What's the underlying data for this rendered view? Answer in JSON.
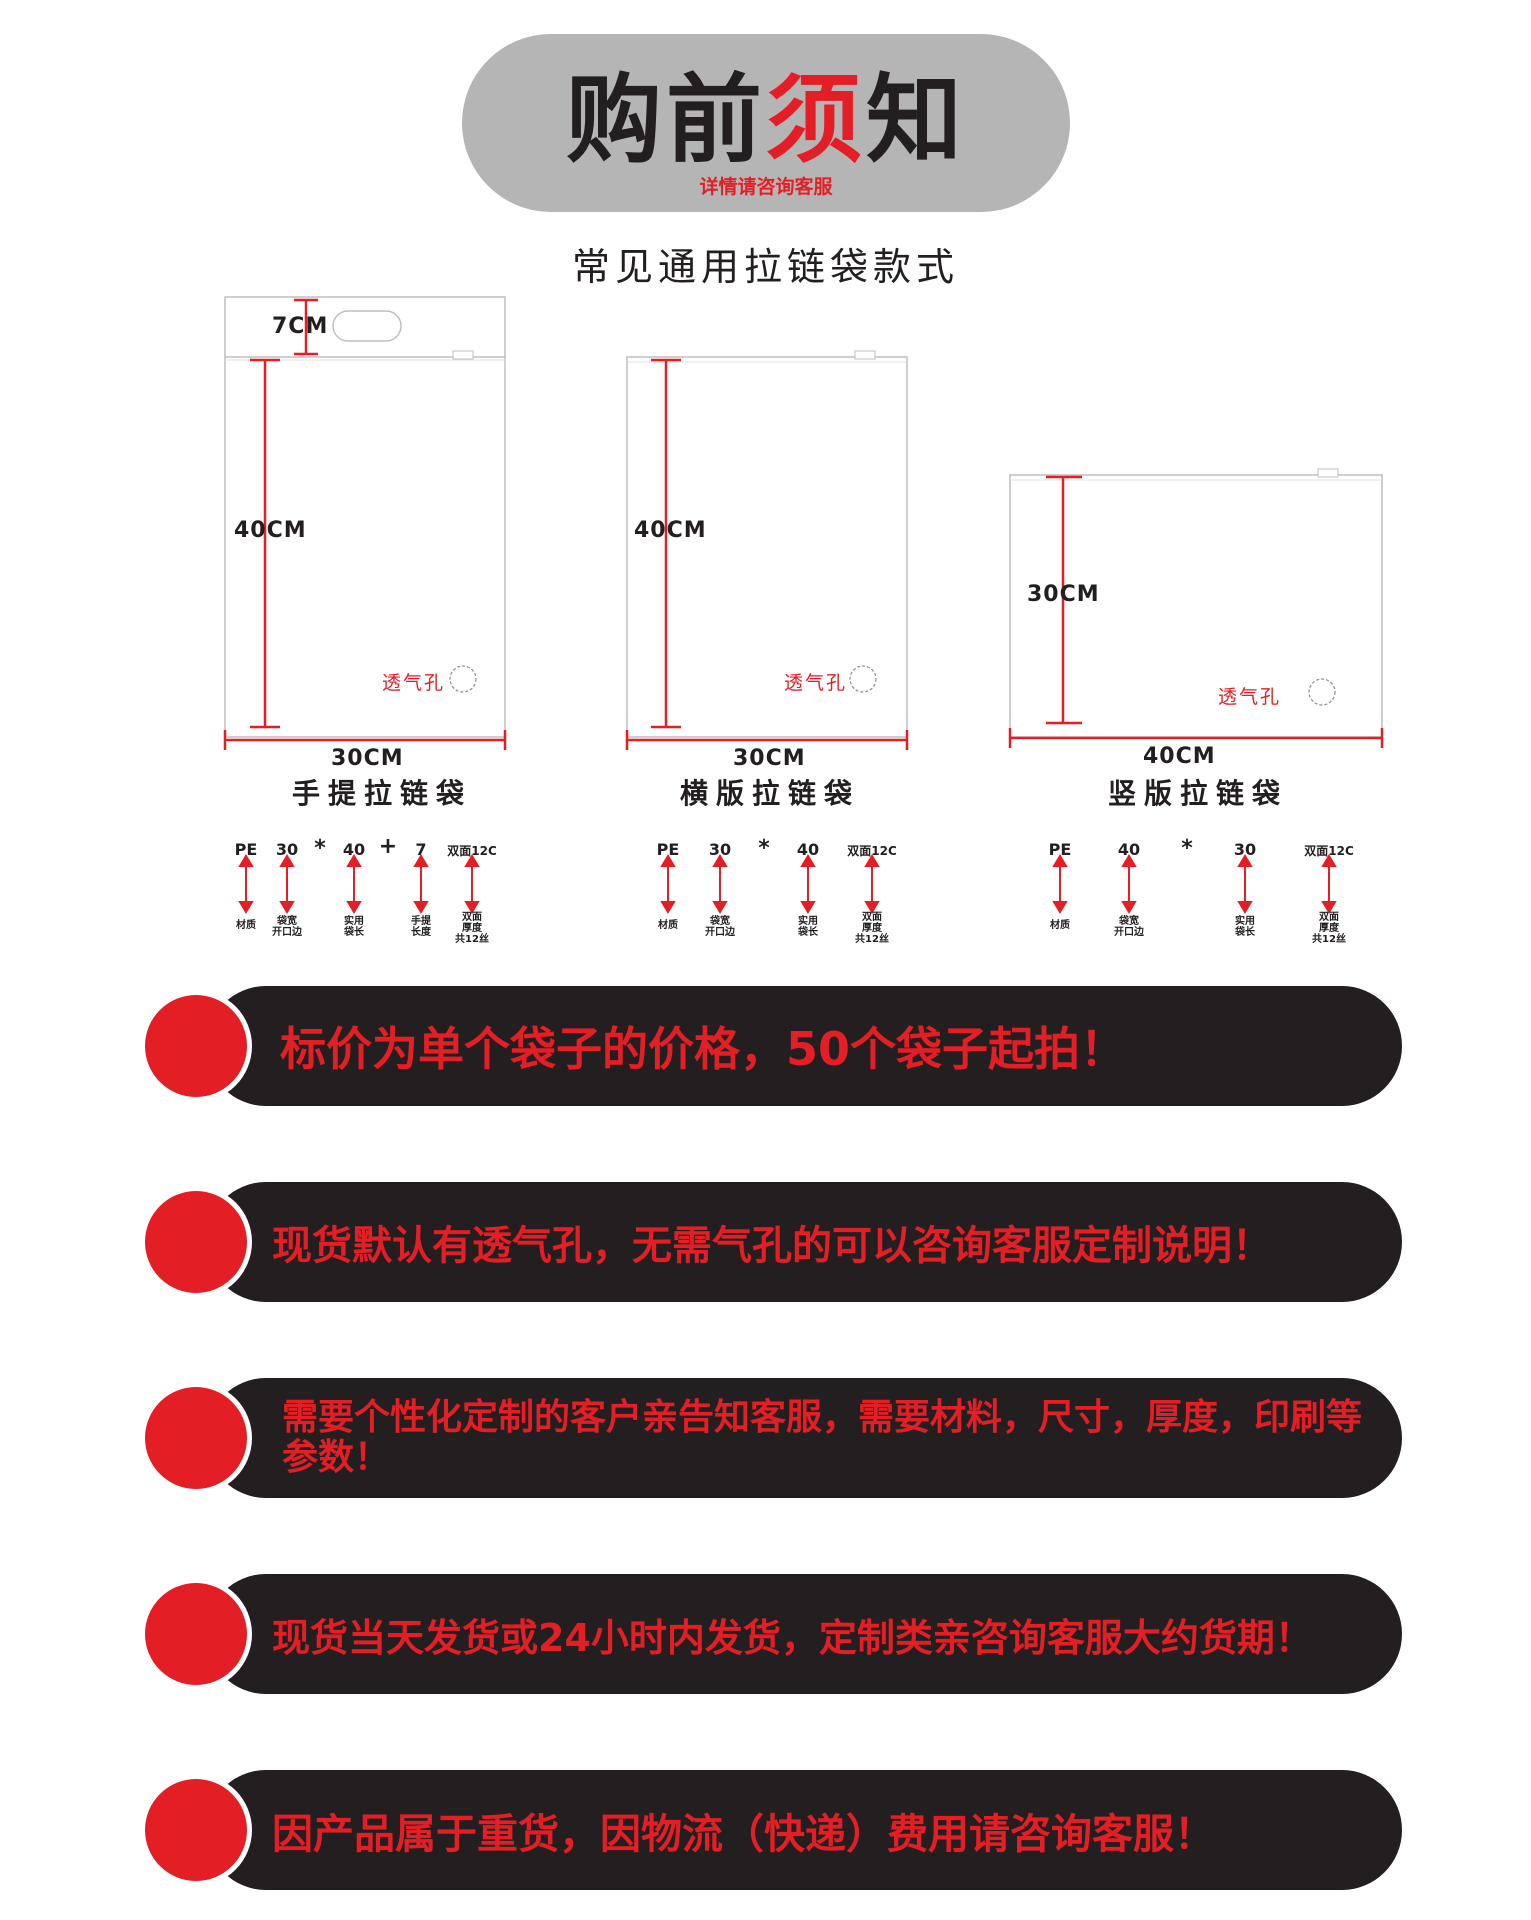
{
  "header": {
    "title_part1": "购前",
    "title_highlight": "须",
    "title_part2": "知",
    "subtitle": "详情请咨询客服"
  },
  "styles_heading": "常见通用拉链袋款式",
  "bags": [
    {
      "name": "手提拉链袋",
      "handle_length": "7CM",
      "length": "40CM",
      "width": "30CM",
      "vent_label": "透气孔",
      "spec_codes": [
        "PE",
        "30",
        "*",
        "40",
        "+",
        "7",
        "双面12C"
      ],
      "spec_descs": [
        "材质",
        "袋宽\n开口边",
        "实用\n袋长",
        "手提\n长度",
        "双面\n厚度\n共12丝"
      ]
    },
    {
      "name": "横版拉链袋",
      "length": "40CM",
      "width": "30CM",
      "vent_label": "透气孔",
      "spec_codes": [
        "PE",
        "30",
        "*",
        "40",
        "双面12C"
      ],
      "spec_descs": [
        "材质",
        "袋宽\n开口边",
        "实用\n袋长",
        "双面\n厚度\n共12丝"
      ]
    },
    {
      "name": "竖版拉链袋",
      "length": "30CM",
      "width": "40CM",
      "vent_label": "透气孔",
      "spec_codes": [
        "PE",
        "40",
        "*",
        "30",
        "双面12C"
      ],
      "spec_descs": [
        "材质",
        "袋宽\n开口边",
        "实用\n袋长",
        "双面\n厚度\n共12丝"
      ]
    }
  ],
  "notices": [
    "标价为单个袋子的价格，50个袋子起拍！",
    "现货默认有透气孔，无需气孔的可以咨询客服定制说明！",
    "需要个性化定制的客户亲告知客服，需要材料，尺寸，厚度，印刷等参数！",
    "现货当天发货或24小时内发货，定制类亲咨询客服大约货期！",
    "因产品属于重货，因物流（快递）费用请咨询客服！"
  ],
  "colors": {
    "accent_red": "#e31e24",
    "dark": "#231f20",
    "header_grey": "#b5b5b5"
  }
}
